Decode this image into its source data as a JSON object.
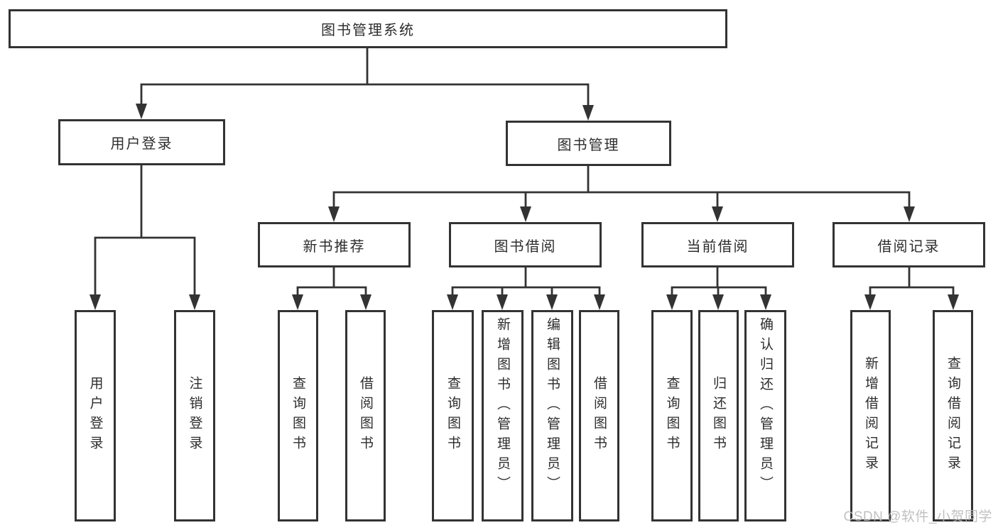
{
  "tree": {
    "root": {
      "label": "图书管理系统"
    },
    "branches": [
      {
        "label": "用户登录",
        "children": [
          {
            "label": "用户登录"
          },
          {
            "label": "注销登录"
          }
        ]
      },
      {
        "label": "图书管理",
        "children": [
          {
            "label": "新书推荐",
            "children": [
              {
                "label": "查询图书"
              },
              {
                "label": "借阅图书"
              }
            ]
          },
          {
            "label": "图书借阅",
            "children": [
              {
                "label": "查询图书"
              },
              {
                "label": "新增图书（管理员）"
              },
              {
                "label": "编辑图书（管理员）"
              },
              {
                "label": "借阅图书"
              }
            ]
          },
          {
            "label": "当前借阅",
            "children": [
              {
                "label": "查询图书"
              },
              {
                "label": "归还图书"
              },
              {
                "label": "确认归还（管理员）"
              }
            ]
          },
          {
            "label": "借阅记录",
            "children": [
              {
                "label": "新增借阅记录"
              },
              {
                "label": "查询借阅记录"
              }
            ]
          }
        ]
      }
    ]
  },
  "watermark": "CSDN @软件_小贺同学",
  "colors": {
    "line": "#333333",
    "box_border": "#333333",
    "box_fill": "#ffffff",
    "text": "#2d2d2d",
    "watermark": "#b9b9b9"
  }
}
